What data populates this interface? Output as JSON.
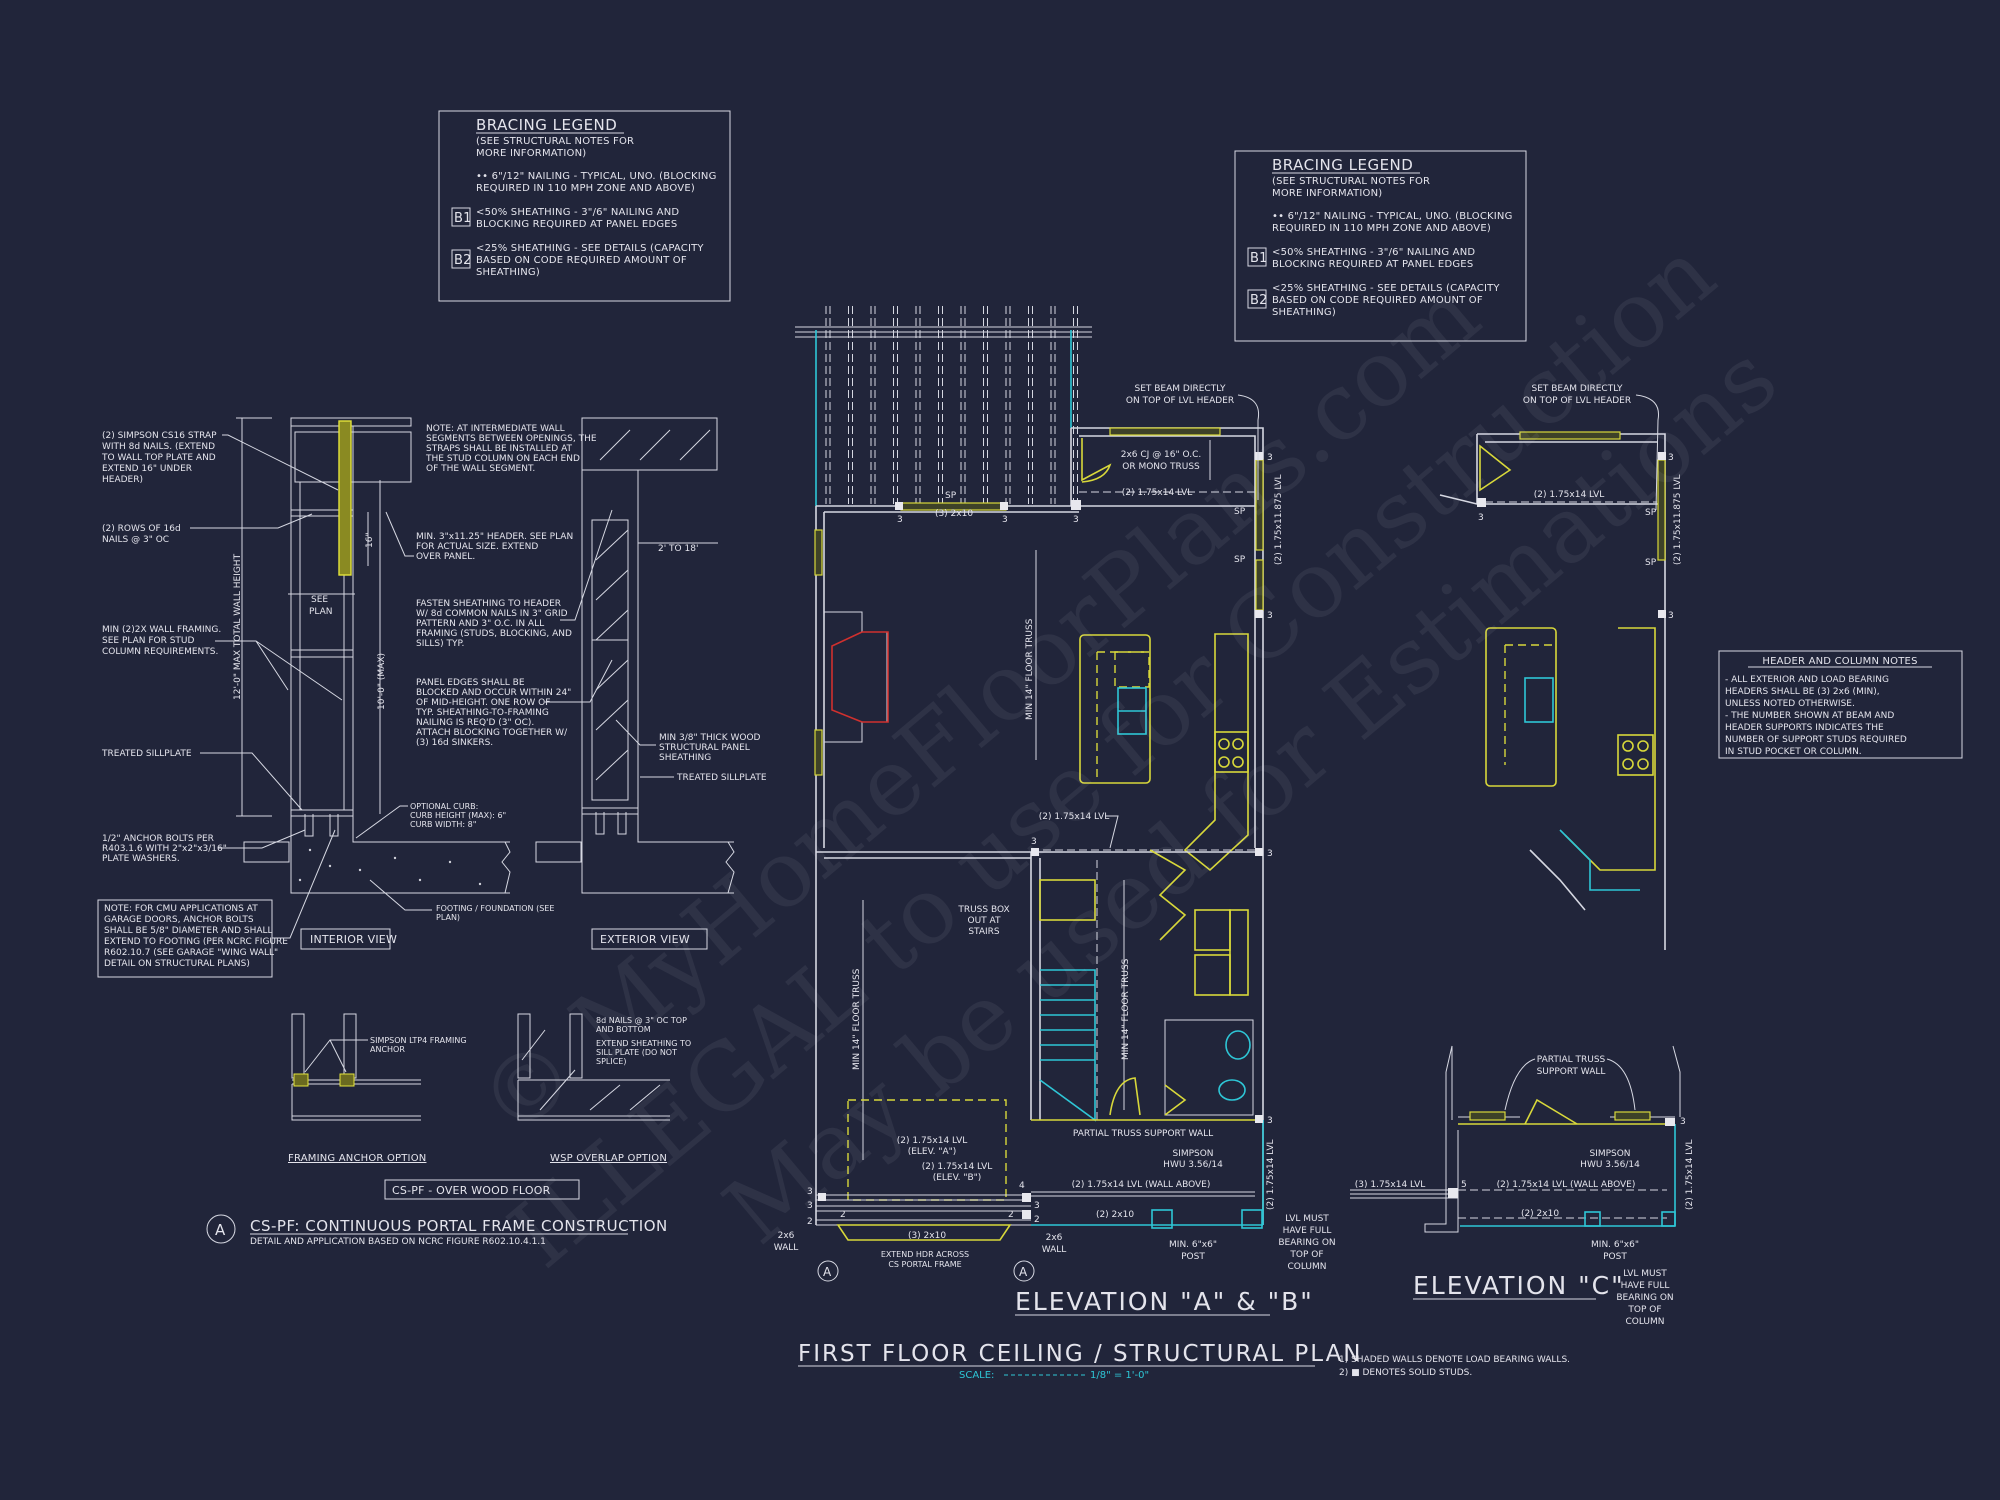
{
  "colors": {
    "background": "#21253a",
    "linework": "#d6d8e2",
    "windows_fixtures": "#d8d83a",
    "plumbing_stairs": "#2ec6d6",
    "fireplace": "#d0302e"
  },
  "watermark": {
    "lines": [
      "© MyHomeFloorPlans.com",
      "ILLEGAL to use for Construction",
      "May be used for Estimations"
    ]
  },
  "bracing_legend_left": {
    "title": "BRACING LEGEND",
    "subtitle": [
      "(SEE STRUCTURAL NOTES FOR",
      "MORE INFORMATION)"
    ],
    "nailing": [
      "•• 6\"/12\" NAILING - TYPICAL, UNO. (BLOCKING",
      "REQUIRED IN 110 MPH ZONE AND ABOVE)"
    ],
    "b1": {
      "tag": "B1",
      "lines": [
        "<50% SHEATHING - 3\"/6\" NAILING AND",
        "BLOCKING REQUIRED AT PANEL EDGES"
      ]
    },
    "b2": {
      "tag": "B2",
      "lines": [
        "<25% SHEATHING - SEE DETAILS (CAPACITY",
        "BASED ON CODE REQUIRED AMOUNT OF",
        "SHEATHING)"
      ]
    }
  },
  "bracing_legend_right": {
    "title": "BRACING LEGEND",
    "subtitle": [
      "(SEE STRUCTURAL NOTES FOR",
      "MORE INFORMATION)"
    ],
    "nailing": [
      "•• 6\"/12\" NAILING - TYPICAL, UNO. (BLOCKING",
      "REQUIRED IN 110 MPH ZONE AND ABOVE)"
    ],
    "b1": {
      "tag": "B1",
      "lines": [
        "<50% SHEATHING - 3\"/6\" NAILING AND",
        "BLOCKING REQUIRED AT PANEL EDGES"
      ]
    },
    "b2": {
      "tag": "B2",
      "lines": [
        "<25% SHEATHING - SEE DETAILS (CAPACITY",
        "BASED ON CODE REQUIRED AMOUNT OF",
        "SHEATHING)"
      ]
    }
  },
  "portal_detail": {
    "strap": [
      "(2) SIMPSON CS16 STRAP",
      "WITH 8d NAILS. (EXTEND",
      "TO WALL TOP PLATE AND",
      "EXTEND 16\" UNDER",
      "HEADER)"
    ],
    "rows": [
      "(2) ROWS OF 16d",
      "NAILS @ 3\" OC"
    ],
    "framing": [
      "MIN (2)2X WALL FRAMING.",
      "SEE PLAN FOR STUD",
      "COLUMN REQUIREMENTS."
    ],
    "sillplate": "TREATED SILLPLATE",
    "anchor": [
      "1/2\" ANCHOR BOLTS PER",
      "R403.1.6 WITH 2\"x2\"x3/16\"",
      "PLATE WASHERS."
    ],
    "cmu_note": [
      "NOTE: FOR CMU APPLICATIONS AT",
      "GARAGE DOORS, ANCHOR BOLTS",
      "SHALL BE 5/8\" DIAMETER AND SHALL",
      "EXTEND TO FOOTING (PER NCRC FIGURE",
      "R602.10.7 (SEE GARAGE \"WING WALL\"",
      "DETAIL ON STRUCTURAL PLANS)"
    ],
    "total_height": "12'-0\" MAX TOTAL WALL HEIGHT",
    "max_height": "10'-0\" (MAX)",
    "strap_len": "16\"",
    "see_plan": [
      "SEE",
      "PLAN"
    ],
    "intermediate": [
      "NOTE: AT INTERMEDIATE WALL",
      "SEGMENTS BETWEEN OPENINGS, THE",
      "STRAPS SHALL BE INSTALLED AT",
      "THE STUD COLUMN ON EACH END",
      "OF THE WALL SEGMENT."
    ],
    "header": [
      "MIN. 3\"x11.25\" HEADER. SEE PLAN",
      "FOR ACTUAL SIZE. EXTEND",
      "OVER PANEL."
    ],
    "fasten": [
      "FASTEN SHEATHING TO HEADER",
      "W/ 8d COMMON NAILS IN 3\" GRID",
      "PATTERN AND 3\" O.C. IN ALL",
      "FRAMING (STUDS, BLOCKING, AND",
      "SILLS) TYP."
    ],
    "panel_edges": [
      "PANEL EDGES SHALL BE",
      "BLOCKED AND OCCUR WITHIN 24\"",
      "OF MID-HEIGHT. ONE ROW OF",
      "TYP. SHEATHING-TO-FRAMING",
      "NAILING IS REQ'D (3\" OC).",
      "ATTACH BLOCKING TOGETHER W/",
      "(3) 16d SINKERS."
    ],
    "curb": [
      "OPTIONAL CURB:",
      "CURB HEIGHT (MAX): 6\"",
      "CURB WIDTH: 8\""
    ],
    "footing": [
      "FOOTING / FOUNDATION (SEE",
      "PLAN)"
    ],
    "span": "2' TO 18'",
    "wood_panel": [
      "MIN 3/8\" THICK WOOD",
      "STRUCTURAL PANEL",
      "SHEATHING"
    ],
    "sillplate_ext": "TREATED SILLPLATE",
    "interior_view": "INTERIOR VIEW",
    "exterior_view": "EXTERIOR VIEW",
    "ltp4": [
      "SIMPSON LTP4 FRAMING",
      "ANCHOR"
    ],
    "nails_8d": [
      "8d NAILS @ 3\" OC TOP",
      "AND BOTTOM"
    ],
    "extend_sheathing": [
      "EXTEND SHEATHING TO",
      "SILL PLATE (DO NOT",
      "SPLICE)"
    ],
    "framing_anchor_option": "FRAMING ANCHOR OPTION",
    "wsp_overlap_option": "WSP OVERLAP OPTION",
    "over_wood_floor": "CS-PF - OVER WOOD FLOOR",
    "marker": "A",
    "title": "CS-PF: CONTINUOUS PORTAL FRAME CONSTRUCTION",
    "subtitle": "DETAIL AND APPLICATION BASED ON NCRC FIGURE R602.10.4.1.1"
  },
  "plan": {
    "set_beam": [
      "SET BEAM DIRECTLY",
      "ON TOP OF LVL HEADER"
    ],
    "cj": [
      "2x6 CJ @ 16\" O.C.",
      "OR MONO TRUSS"
    ],
    "lvl_top": "(2) 1.75x14 LVL",
    "header_3_2x10": "(3) 2x10",
    "sp": "SP",
    "lvl_side": "(2) 1.75x11.875 LVL",
    "truss_main": "MIN 14\" FLOOR TRUSS",
    "lvl_mid": "(2) 1.75x14 LVL",
    "truss_box": [
      "TRUSS BOX",
      "OUT AT",
      "STAIRS"
    ],
    "truss_lower_left": "MIN 14\" FLOOR TRUSS",
    "truss_lower_right": "MIN 14\" FLOOR TRUSS",
    "partial_wall": "PARTIAL TRUSS SUPPORT WALL",
    "simpson": [
      "SIMPSON",
      "HWU 3.56/14"
    ],
    "lvl_wall_above": "(2) 1.75x14 LVL (WALL ABOVE)",
    "two_2x10": "(2) 2x10",
    "elev_a": [
      "(2) 1.75x14 LVL",
      "(ELEV. \"A\")"
    ],
    "elev_b": [
      "(2) 1.75x14 LVL",
      "(ELEV. \"B\")"
    ],
    "garage_header": "(3) 2x10",
    "extend_hdr": [
      "EXTEND HDR ACROSS",
      "CS PORTAL FRAME"
    ],
    "wall_2x6": [
      "2x6",
      "WALL"
    ],
    "post": [
      "MIN. 6\"x6\"",
      "POST"
    ],
    "lvl_must": [
      "LVL MUST",
      "HAVE FULL",
      "BEARING ON",
      "TOP OF",
      "COLUMN"
    ],
    "lvl_corner": "(2) 1.75x14 LVL",
    "stud_counts": [
      "3",
      "3",
      "3",
      "3",
      "3",
      "3",
      "3",
      "3",
      "3",
      "3",
      "2",
      "2",
      "2",
      "4",
      "3",
      "2"
    ],
    "section_marker": "A",
    "elevation_title": "ELEVATION \"A\" & \"B\""
  },
  "plan_c": {
    "set_beam": [
      "SET BEAM DIRECTLY",
      "ON TOP OF LVL HEADER"
    ],
    "lvl_top": "(2) 1.75x14 LVL",
    "lvl_side": "(2) 1.75x11.875 LVL",
    "sp": "SP",
    "partial_wall": [
      "PARTIAL TRUSS",
      "SUPPORT WALL"
    ],
    "lvl_3": "(3) 1.75x14 LVL",
    "five": "5",
    "lvl_wall_above": "(2) 1.75x14 LVL (WALL ABOVE)",
    "simpson": [
      "SIMPSON",
      "HWU 3.56/14"
    ],
    "two_2x10": "(2) 2x10",
    "post": [
      "MIN. 6\"x6\"",
      "POST"
    ],
    "lvl_must": [
      "LVL MUST",
      "HAVE FULL",
      "BEARING ON",
      "TOP OF",
      "COLUMN"
    ],
    "lvl_corner": "(2) 1.75x14 LVL",
    "stud_counts": [
      "3",
      "3",
      "3",
      "3"
    ],
    "elevation_title": "ELEVATION \"C\""
  },
  "header_column_notes": {
    "title": "HEADER AND COLUMN NOTES",
    "lines": [
      "- ALL EXTERIOR AND LOAD BEARING",
      "HEADERS SHALL BE (3) 2x6 (MIN),",
      "UNLESS NOTED OTHERWISE.",
      "- THE NUMBER SHOWN AT BEAM AND",
      "HEADER SUPPORTS INDICATES THE",
      "NUMBER OF SUPPORT STUDS REQUIRED",
      "IN STUD POCKET OR COLUMN."
    ]
  },
  "sheet": {
    "title": "FIRST FLOOR CEILING / STRUCTURAL PLAN",
    "scale_label": "SCALE:",
    "scale_value": "1/8\" = 1'-0\"",
    "notes": [
      "1) SHADED WALLS DENOTE LOAD BEARING WALLS.",
      "2) ■  DENOTES SOLID STUDS."
    ]
  }
}
